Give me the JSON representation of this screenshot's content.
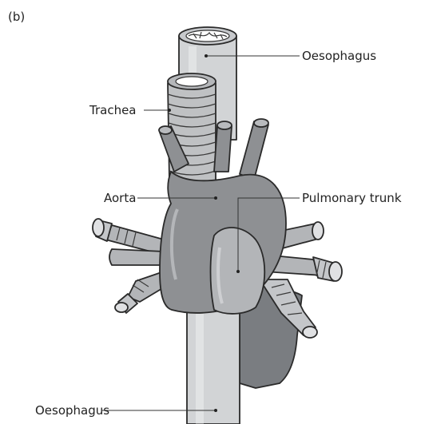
{
  "panel_label": "(b)",
  "labels": {
    "oesophagus_top": "Oesophagus",
    "trachea": "Trachea",
    "aorta": "Aorta",
    "pulmonary_trunk": "Pulmonary trunk",
    "oesophagus_bottom": "Oesophagus"
  },
  "colors": {
    "oesophagus": "#d2d4d6",
    "trachea": "#bfc1c3",
    "aorta": "#8e9093",
    "pulmonary": "#b3b5b8",
    "dark_shade": "#777a7e",
    "outline": "#2a2a2a"
  }
}
